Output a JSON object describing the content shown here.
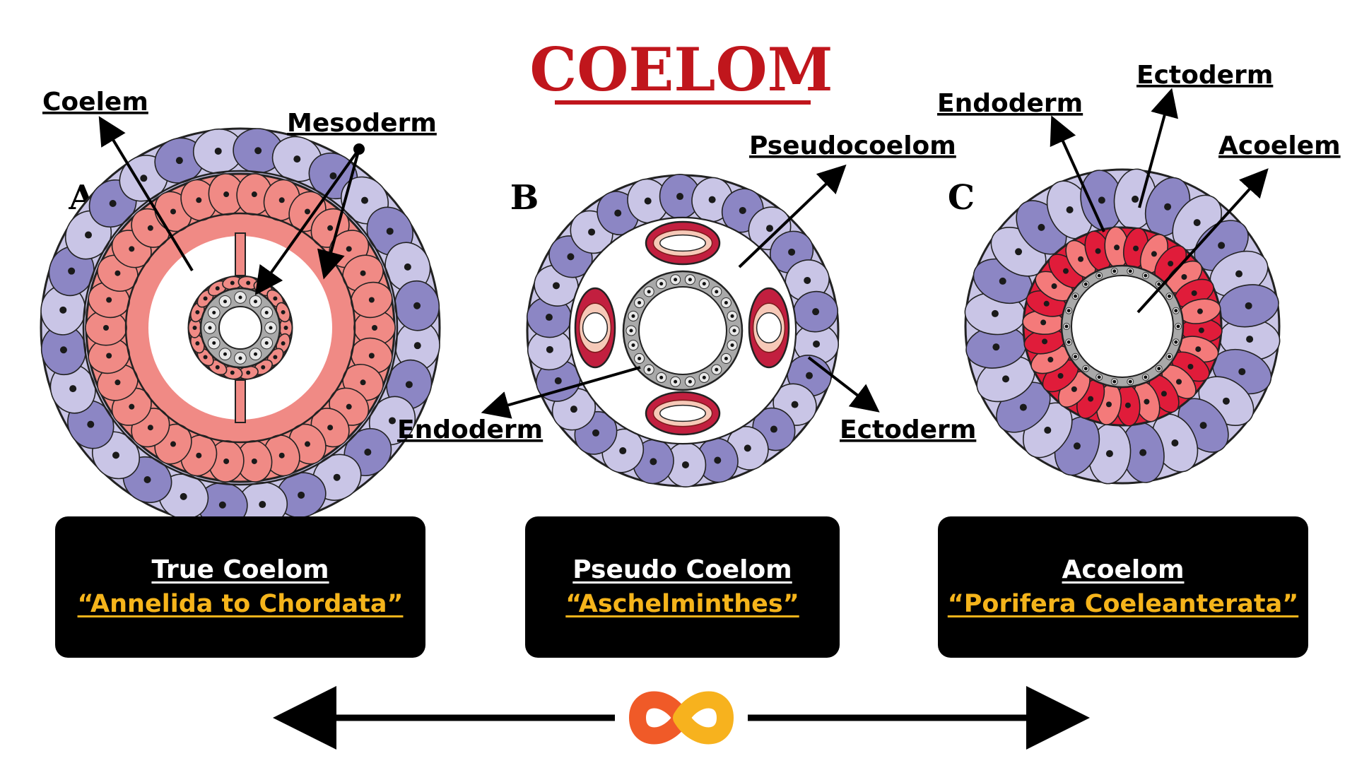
{
  "title": "COELOM",
  "colors": {
    "title_red": "#c0161c",
    "ectoderm_light": "#c9c5e6",
    "ectoderm_dark": "#8c86c4",
    "mesoderm_true": "#f08a85",
    "mesoderm_acoel_dark": "#e01c3a",
    "mesoderm_acoel_light": "#f47a7a",
    "endoderm": "#a9a9a9",
    "accent_gold": "#f5b41b",
    "box_bg": "#000000"
  },
  "diagrams": [
    {
      "letter": "A",
      "labels": {
        "coelem": "Coelem",
        "mesoderm": "Mesoderm"
      }
    },
    {
      "letter": "B",
      "labels": {
        "pseudocoelom": "Pseudocoelom",
        "endoderm": "Endoderm",
        "ectoderm": "Ectoderm"
      }
    },
    {
      "letter": "C",
      "labels": {
        "endoderm": "Endoderm",
        "ectoderm": "Ectoderm",
        "acoelem": "Acoelem"
      }
    }
  ],
  "boxes": [
    {
      "title": "True Coelom",
      "subtitle": "“Annelida to Chordata”"
    },
    {
      "title": "Pseudo Coelom",
      "subtitle": "“Aschelminthes”"
    },
    {
      "title": "Acoelom",
      "subtitle": "“Porifera Coeleanterata”"
    }
  ],
  "logo": {
    "icon": "infinity-logo-icon"
  }
}
